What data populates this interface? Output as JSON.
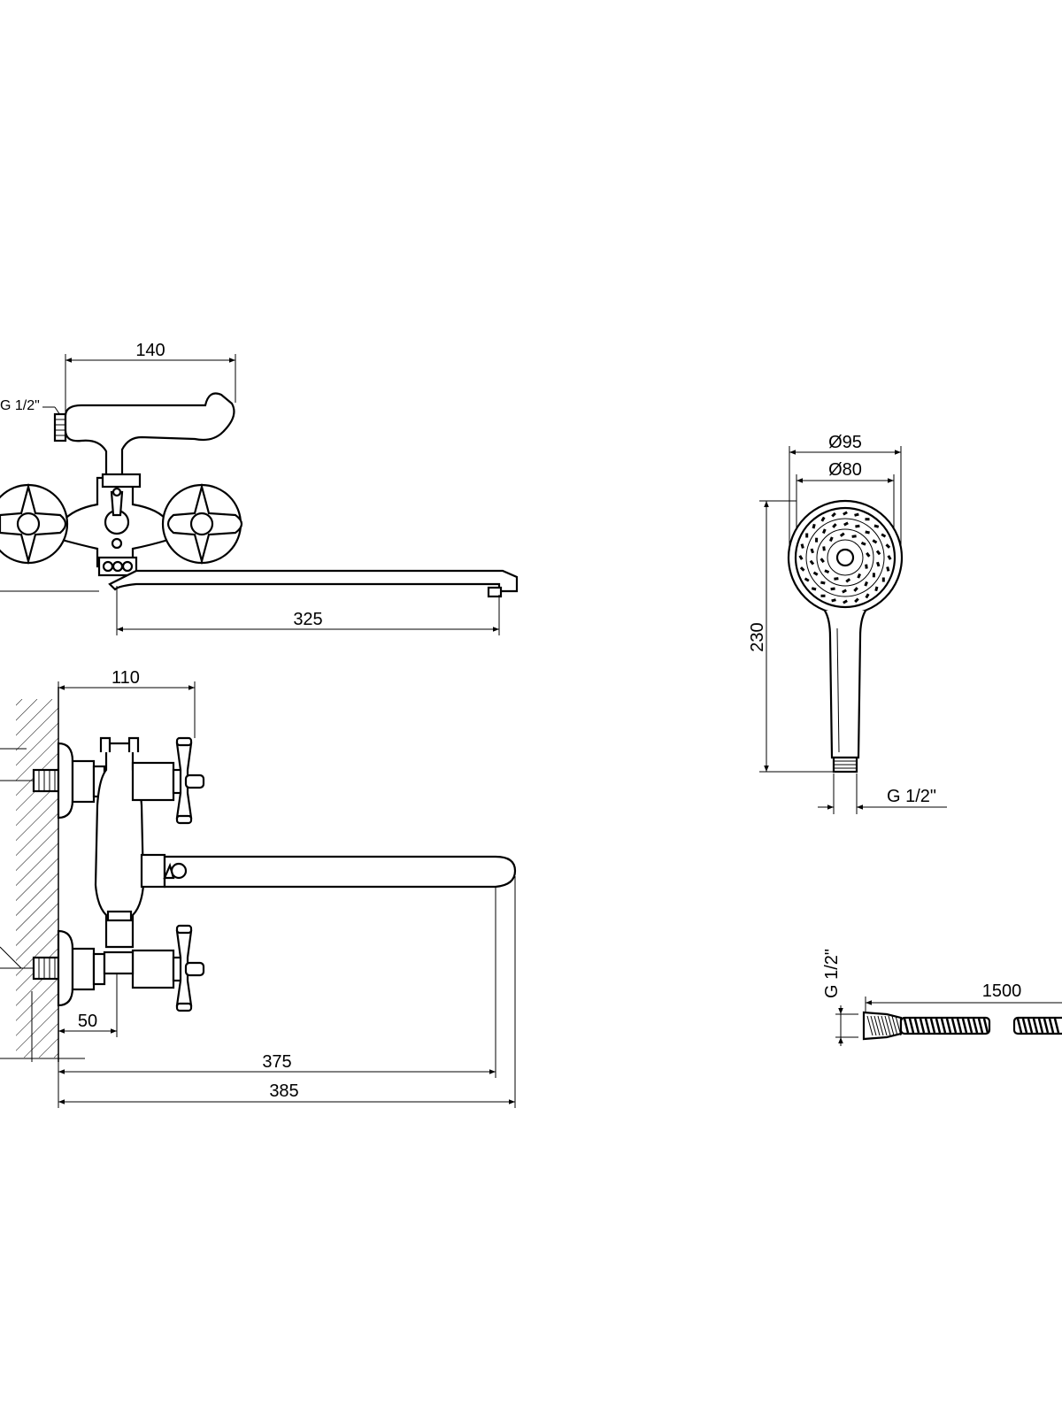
{
  "labels": {
    "front_width": "140",
    "front_thread": "G 1/2\"",
    "front_spout": "325",
    "side_width": "110",
    "side_offset": "50",
    "side_spout": "375",
    "side_total": "385",
    "shower_outer_diameter": "Ø95",
    "shower_inner_diameter": "Ø80",
    "shower_length": "230",
    "shower_thread": "G 1/2\"",
    "hose_thread": "G 1/2\"",
    "hose_length": "1500"
  }
}
